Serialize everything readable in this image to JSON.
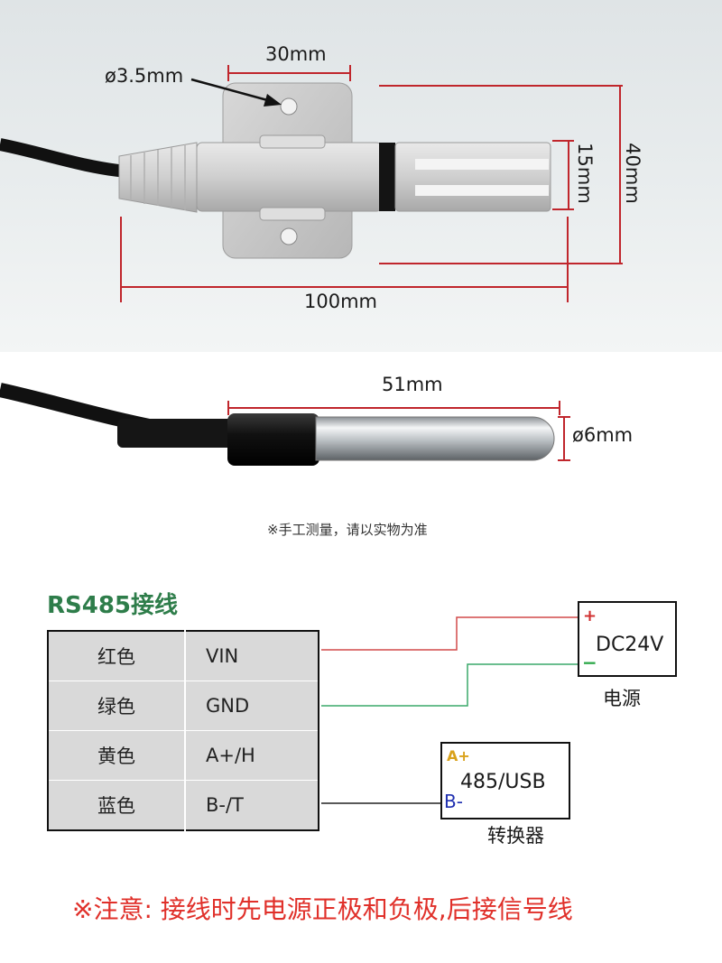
{
  "dimensions": {
    "mount_width": "30mm",
    "hole_diameter": "ø3.5mm",
    "probe_height": "15mm",
    "total_height": "40mm",
    "total_length": "100mm",
    "steel_length": "51mm",
    "steel_diameter": "ø6mm"
  },
  "measure_note": "※手工测量，请以实物为准",
  "wiring": {
    "title": "RS485接线",
    "rows": [
      {
        "color": "红色",
        "signal": "VIN"
      },
      {
        "color": "绿色",
        "signal": "GND"
      },
      {
        "color": "黄色",
        "signal": "A+/H"
      },
      {
        "color": "蓝色",
        "signal": "B-/T"
      }
    ],
    "power": {
      "plus": "+",
      "label": "DC24V",
      "minus": "−",
      "caption": "电源"
    },
    "converter": {
      "a_plus": "A+",
      "label": "485/USB",
      "b_minus": "B-",
      "caption": "转换器"
    }
  },
  "warning": "※注意: 接线时先电源正极和负极,后接信号线",
  "colors": {
    "dimension_line": "#c0262c",
    "heading": "#2e7d4a",
    "warning": "#e0302a",
    "wire_red": "#d24a4a",
    "wire_green": "#3aa86a"
  }
}
